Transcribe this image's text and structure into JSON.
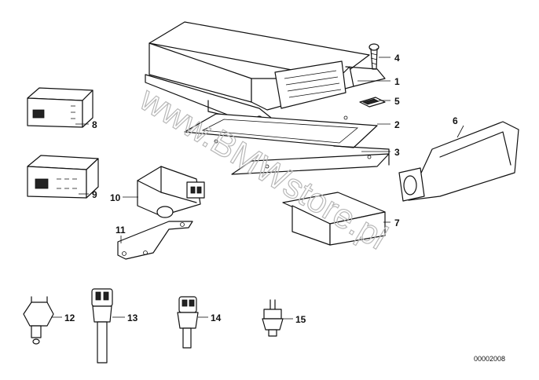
{
  "diagram": {
    "watermark": "www.BMWstore.pl",
    "drawing_code": "00002008",
    "callouts": [
      "1",
      "2",
      "3",
      "4",
      "5",
      "6",
      "7",
      "8",
      "9",
      "10",
      "11",
      "12",
      "13",
      "14",
      "15"
    ]
  }
}
